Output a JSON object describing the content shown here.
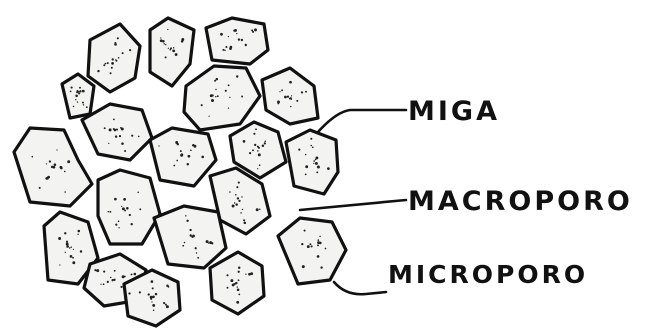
{
  "labels": {
    "miga": "MIGA",
    "macroporo": "MACROPORO",
    "microporo": "MICROPORO"
  },
  "colors": {
    "ink": "#111111",
    "fill": "#f3f3f1",
    "background": "#ffffff"
  }
}
